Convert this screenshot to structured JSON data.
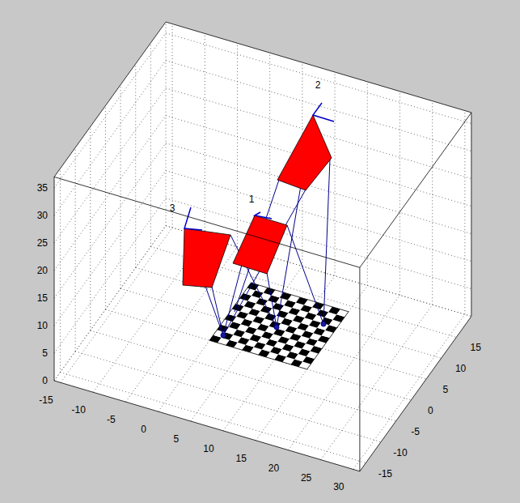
{
  "diagram": {
    "labels": [
      "0",
      "5",
      "10",
      "15",
      "20",
      "25",
      "30",
      "35",
      "-15",
      "-10",
      "-5",
      "0",
      "5",
      "10",
      "15",
      "20",
      "25",
      "30",
      "-15",
      "-10",
      "-5",
      "0",
      "5",
      "10",
      "15",
      "1",
      "2",
      "3"
    ]
  }
}
